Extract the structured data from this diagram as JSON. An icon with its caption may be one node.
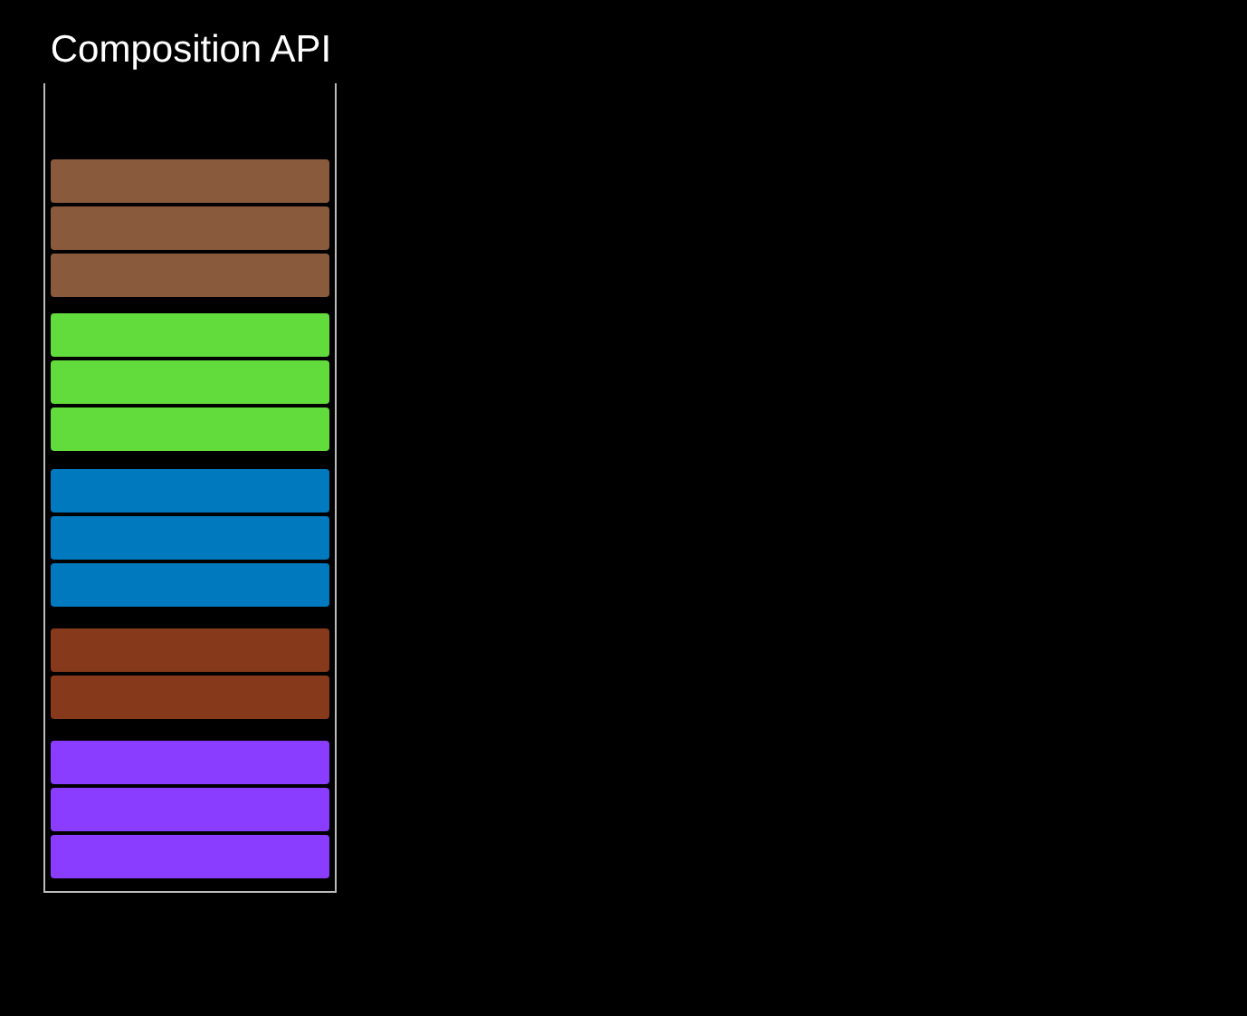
{
  "diagram": {
    "nodes": [
      {
        "text": [
          "Composition API"
        ]
      },
      {
        "text": [],
        "shape": "bar",
        "in": 0
      },
      {
        "text": [],
        "shape": "bar",
        "in": 0
      },
      {
        "text": [],
        "shape": "bar",
        "in": 0
      },
      {
        "text": [],
        "shape": "bar",
        "in": 0
      },
      {
        "text": [],
        "shape": "bar",
        "in": 0
      },
      {
        "text": [],
        "shape": "bar",
        "in": 0
      },
      {
        "text": [],
        "shape": "bar",
        "in": 0
      },
      {
        "text": [],
        "shape": "bar",
        "in": 0
      },
      {
        "text": [],
        "shape": "bar",
        "in": 0
      },
      {
        "text": [],
        "shape": "bar",
        "in": 0
      },
      {
        "text": [],
        "shape": "bar",
        "in": 0
      },
      {
        "text": [],
        "shape": "bar",
        "in": 0
      },
      {
        "text": [],
        "shape": "bar",
        "in": 0
      },
      {
        "text": [],
        "shape": "bar",
        "in": 0
      }
    ]
  }
}
